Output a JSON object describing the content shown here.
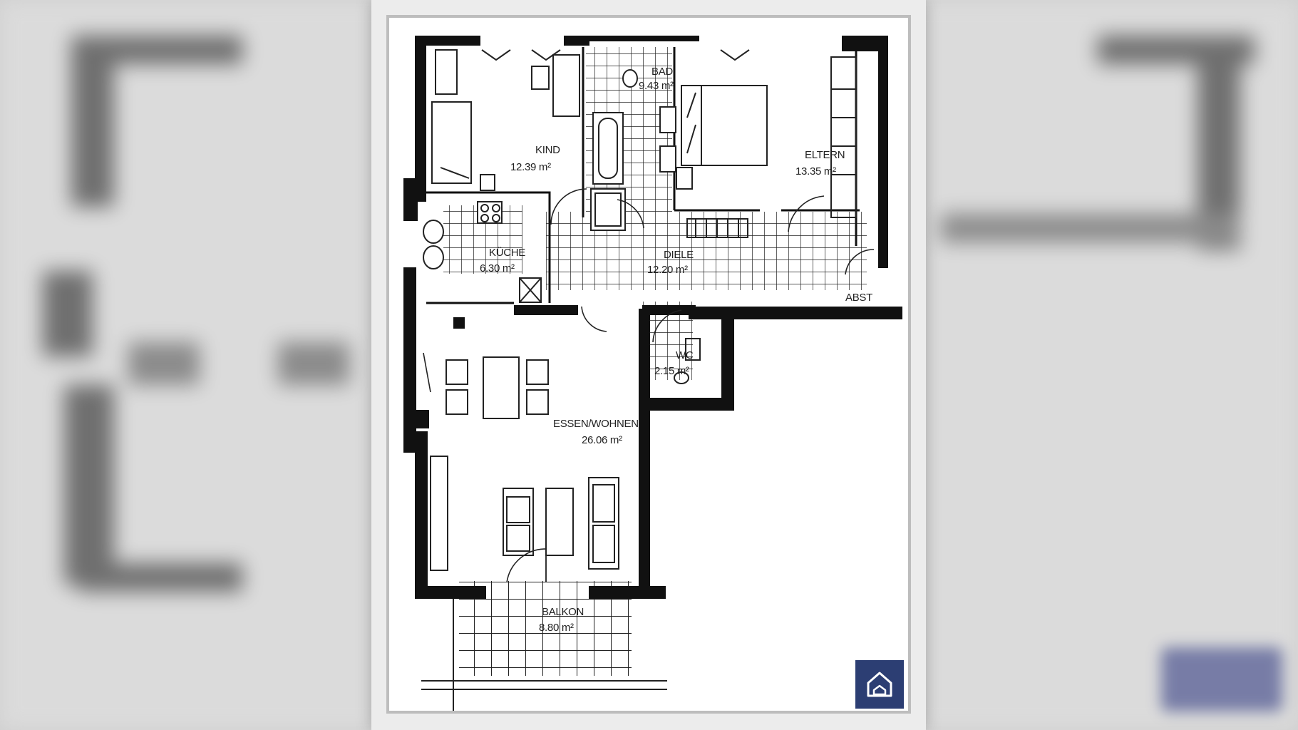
{
  "rooms": {
    "kind": {
      "name": "KIND",
      "area": "12.39 m²"
    },
    "bad": {
      "name": "BAD",
      "area": "9.43 m²"
    },
    "eltern": {
      "name": "ELTERN",
      "area": "13.35 m²"
    },
    "kueche": {
      "name": "KÜCHE",
      "area": "6.30 m²"
    },
    "diele": {
      "name": "DIELE",
      "area": "12.20 m²"
    },
    "wc": {
      "name": "WC",
      "area": "2.15 m²"
    },
    "essen_wohnen": {
      "name": "ESSEN/WOHNEN",
      "area": "26.06 m²"
    },
    "balkon": {
      "name": "BALKON",
      "area": "8.80 m²"
    }
  },
  "misc_labels": {
    "abst": "ABST"
  },
  "icons": {
    "home_button": "home-icon"
  },
  "colors": {
    "home_button_bg": "#2c3e73",
    "wall": "#111111"
  }
}
